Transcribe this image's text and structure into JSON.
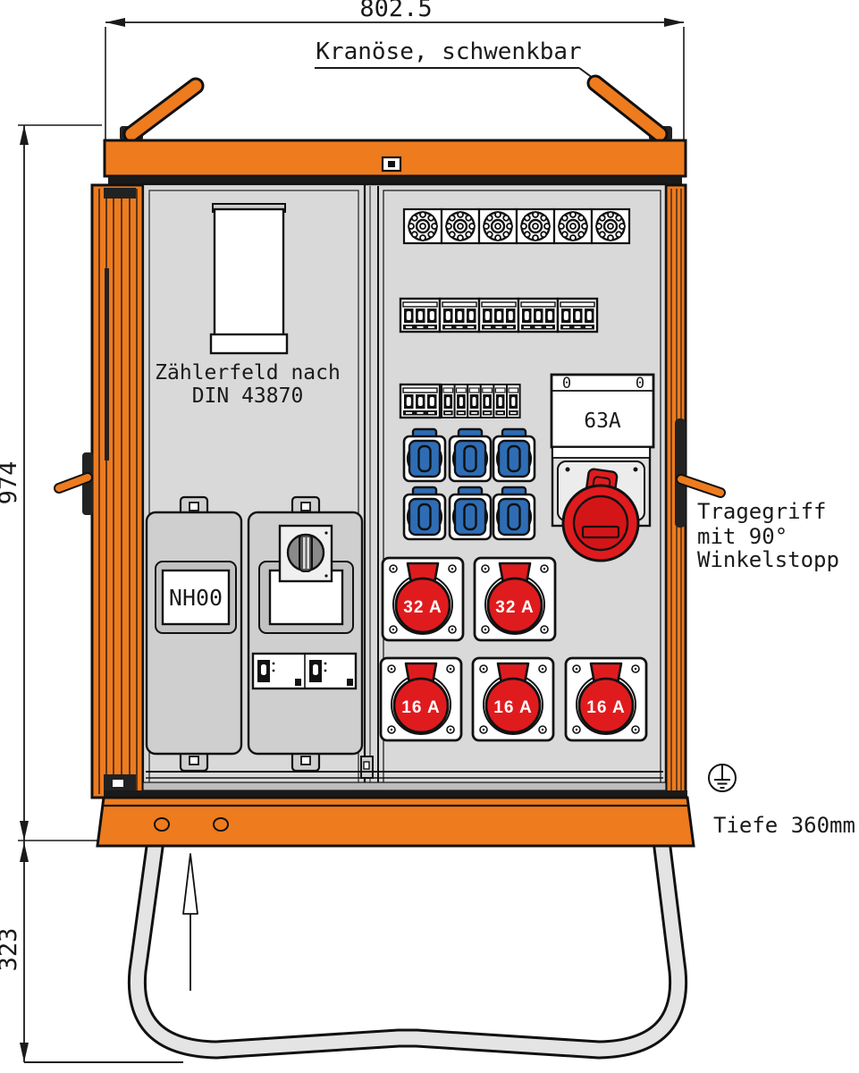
{
  "dimensions": {
    "width": "802.5",
    "body_height": "974",
    "stand_height": "323"
  },
  "annotations": {
    "crane": "Kranöse, schwenkbar",
    "meter_line1": "Zählerfeld nach",
    "meter_line2": "DIN 43870",
    "handle_line1": "Tragegriff",
    "handle_line2": "mit 90°",
    "handle_line3": "Winkelstopp",
    "depth": "Tiefe 360mm"
  },
  "equipment": {
    "nh_fuse": "NH00",
    "main_device_rating": "63A",
    "terminal_left": "0",
    "terminal_right": "0",
    "cee32_labels": [
      "32 A",
      "32 A"
    ],
    "cee16_labels": [
      "16 A",
      "16 A",
      "16 A"
    ]
  },
  "colors": {
    "frame_orange": "#EE7B1E",
    "socket_blue": "#2E6DB5",
    "socket_red": "#E01B1E",
    "panel_gray": "#D9D9D9"
  }
}
